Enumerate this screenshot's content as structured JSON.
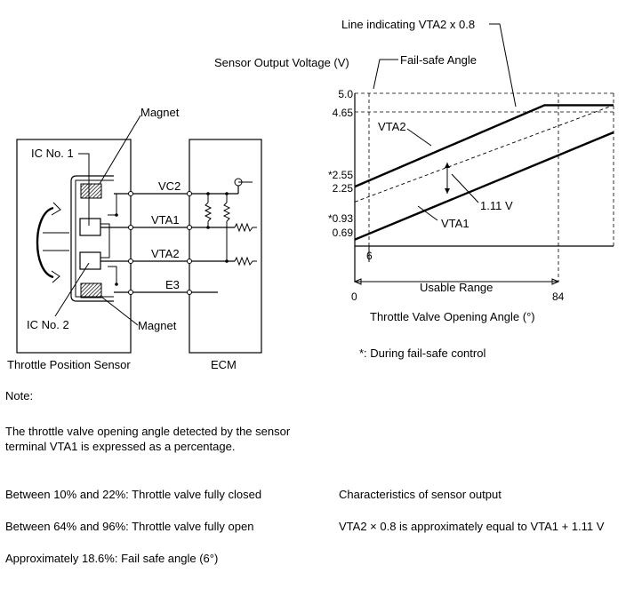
{
  "circuit": {
    "ic1": "IC No. 1",
    "ic2": "IC No. 2",
    "magnet_top": "Magnet",
    "magnet_bottom": "Magnet",
    "vc2": "VC2",
    "vta1": "VTA1",
    "vta2": "VTA2",
    "e3": "E3",
    "sensor_label": "Throttle Position Sensor",
    "ecm_label": "ECM"
  },
  "chart_data": {
    "type": "line",
    "ylabel": "Sensor Output Voltage (V)",
    "xlabel": "Throttle Valve Opening Angle (°)",
    "xlim": [
      0,
      90
    ],
    "ylim": [
      0.5,
      5.0
    ],
    "x_ticks": [
      "0",
      "6",
      "84"
    ],
    "y_ticks": [
      "5.0",
      "4.65",
      "*2.55",
      "2.25",
      "*0.93",
      "0.69"
    ],
    "series": [
      {
        "name": "VTA2",
        "points": [
          [
            0,
            2.25
          ],
          [
            66,
            4.65
          ],
          [
            90,
            4.65
          ]
        ]
      },
      {
        "name": "VTA1",
        "points": [
          [
            0,
            0.69
          ],
          [
            90,
            3.85
          ]
        ]
      },
      {
        "name": "",
        "style": "dashed",
        "points": [
          [
            0,
            1.8
          ],
          [
            90,
            4.65
          ]
        ]
      }
    ],
    "annotations": {
      "vta2_line": "Line indicating VTA2 x 0.8",
      "failsafe": "Fail-safe Angle",
      "offset": "1.11 V",
      "usable_range": "Usable Range",
      "footnote": "*: During fail-safe control"
    }
  },
  "notes": {
    "heading": "Note:",
    "paragraph": "The throttle valve opening angle detected by the sensor terminal VTA1 is expressed as a percentage.",
    "items": [
      "Between 10% and 22%: Throttle valve fully closed",
      "Between 64% and 96%: Throttle valve fully open",
      "Approximately 18.6%: Fail safe angle (6°)"
    ],
    "characteristics_heading": "Characteristics of sensor output",
    "characteristics_text": "VTA2 × 0.8 is approximately equal to VTA1 + 1.11 V"
  }
}
